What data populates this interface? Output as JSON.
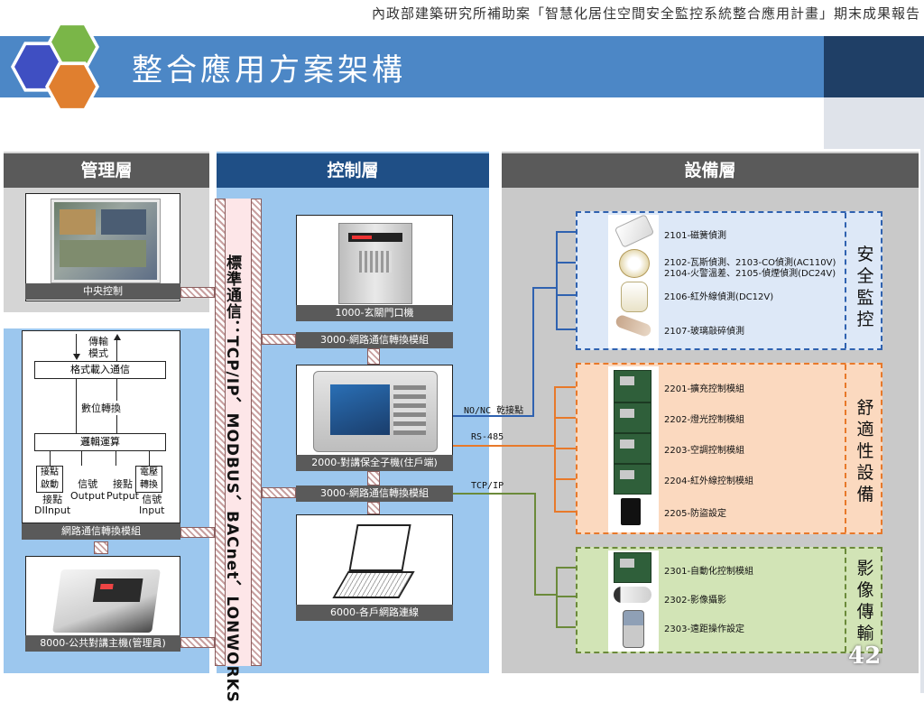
{
  "header": {
    "report_title": "內政部建築研究所補助案「智慧化居住空間安全監控系統整合應用計畫」期末成果報告",
    "page_title": "整合應用方案架構",
    "page_number": "42"
  },
  "colors": {
    "hex_blue": "#3f4fc2",
    "hex_green": "#7ab648",
    "hex_orange": "#e07f2f",
    "title_bar": "#4c87c6",
    "security": "#2f62b0",
    "comfort": "#e8792a",
    "video": "#6b8a3a"
  },
  "sections": {
    "management": "管理層",
    "control": "控制層",
    "equipment": "設備層"
  },
  "management": {
    "central_control": "中央控制",
    "network_module": "網路通信轉換模組",
    "intercom_host": "8000-公共對講主機(管理員)",
    "flow": {
      "transfer_mode": "傳輸\n模式",
      "format_load": "格式載入通信",
      "digital_convert": "數位轉換",
      "logic_calc": "邏輯運算",
      "contact_start": "接點\n啟動",
      "signal_output": "信號\nOutput",
      "contact_putput": "接點\nPutput",
      "voltage_convert": "電壓\n轉換",
      "contact_diinput": "接點\nDIInput",
      "signal_input": "信號\nInput"
    }
  },
  "control": {
    "bus_label": "標準通信：TCP/IP、MODBUS、BACnet、LONWORKS",
    "door_unit": "1000-玄關門口機",
    "comm_module_1": "3000-網路通信轉換模組",
    "intercom_sub": "2000-對講保全子機(住戶端)",
    "comm_module_2": "3000-網路通信轉換模組",
    "network_link": "6000-各戶網路連線"
  },
  "links": {
    "nonc": "NO/NC 乾接點",
    "rs485": "RS-485",
    "tcpip": "TCP/IP"
  },
  "equipment": {
    "security": {
      "category": "安全監控",
      "items": [
        "2101-磁簧偵測",
        "2102-瓦斯偵測、2103-CO偵測(AC110V)",
        "2104-火警溫差、2105-偵煙偵測(DC24V)",
        "2106-紅外線偵測(DC12V)",
        "2107-玻璃敲碎偵測"
      ]
    },
    "comfort": {
      "category": "舒適性設備",
      "items": [
        "2201-擴充控制模組",
        "2202-燈光控制模組",
        "2203-空調控制模組",
        "2204-紅外線控制模組",
        "2205-防盜設定"
      ]
    },
    "video": {
      "category": "影像傳輸",
      "items": [
        "2301-自動化控制模組",
        "2302-影像攝影",
        "2303-遠距操作設定"
      ]
    }
  }
}
